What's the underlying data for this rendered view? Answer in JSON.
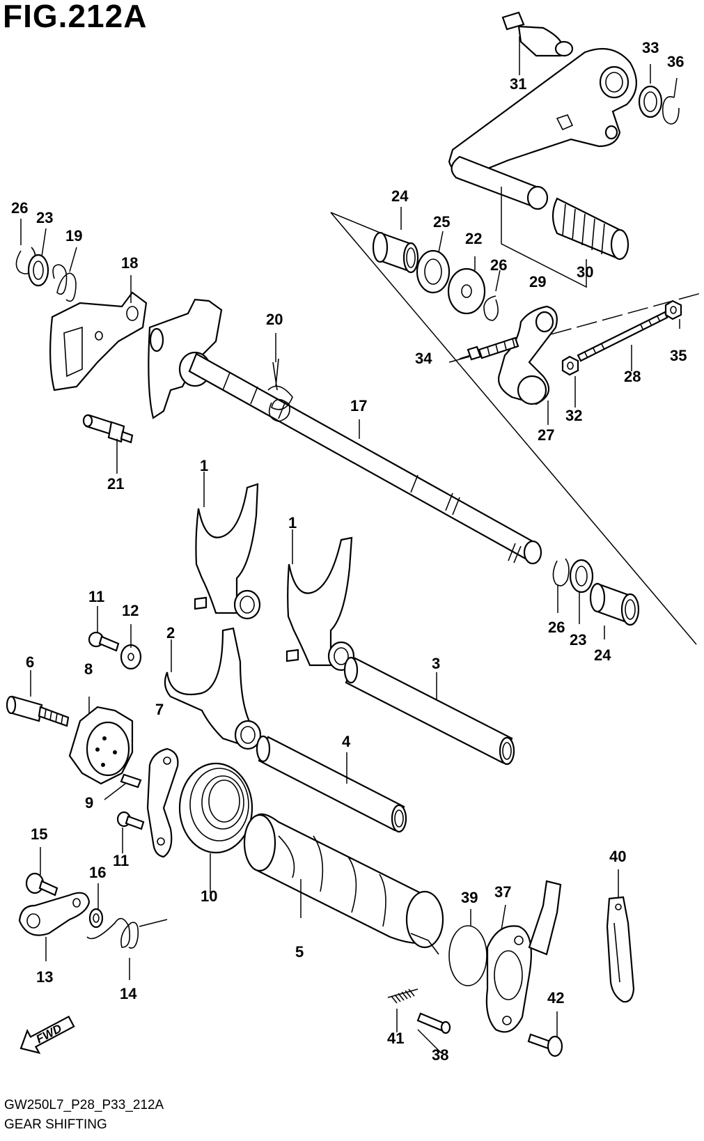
{
  "figure": {
    "title": "FIG.212A",
    "code": "GW250L7_P28_P33_212A",
    "name": "GEAR SHIFTING",
    "fwd_label": "FWD"
  },
  "callouts": [
    {
      "id": "c1a",
      "label": "1"
    },
    {
      "id": "c1b",
      "label": "1"
    },
    {
      "id": "c2",
      "label": "2"
    },
    {
      "id": "c3",
      "label": "3"
    },
    {
      "id": "c4",
      "label": "4"
    },
    {
      "id": "c5",
      "label": "5"
    },
    {
      "id": "c6",
      "label": "6"
    },
    {
      "id": "c7",
      "label": "7"
    },
    {
      "id": "c8",
      "label": "8"
    },
    {
      "id": "c9",
      "label": "9"
    },
    {
      "id": "c10",
      "label": "10"
    },
    {
      "id": "c11a",
      "label": "11"
    },
    {
      "id": "c11b",
      "label": "11"
    },
    {
      "id": "c12",
      "label": "12"
    },
    {
      "id": "c13",
      "label": "13"
    },
    {
      "id": "c14",
      "label": "14"
    },
    {
      "id": "c15",
      "label": "15"
    },
    {
      "id": "c16",
      "label": "16"
    },
    {
      "id": "c17",
      "label": "17"
    },
    {
      "id": "c18",
      "label": "18"
    },
    {
      "id": "c19",
      "label": "19"
    },
    {
      "id": "c20",
      "label": "20"
    },
    {
      "id": "c21",
      "label": "21"
    },
    {
      "id": "c22",
      "label": "22"
    },
    {
      "id": "c23a",
      "label": "23"
    },
    {
      "id": "c23b",
      "label": "23"
    },
    {
      "id": "c24a",
      "label": "24"
    },
    {
      "id": "c24b",
      "label": "24"
    },
    {
      "id": "c25",
      "label": "25"
    },
    {
      "id": "c26a",
      "label": "26"
    },
    {
      "id": "c26b",
      "label": "26"
    },
    {
      "id": "c26c",
      "label": "26"
    },
    {
      "id": "c27",
      "label": "27"
    },
    {
      "id": "c28",
      "label": "28"
    },
    {
      "id": "c29",
      "label": "29"
    },
    {
      "id": "c30",
      "label": "30"
    },
    {
      "id": "c31",
      "label": "31"
    },
    {
      "id": "c32",
      "label": "32"
    },
    {
      "id": "c33",
      "label": "33"
    },
    {
      "id": "c34",
      "label": "34"
    },
    {
      "id": "c35",
      "label": "35"
    },
    {
      "id": "c36",
      "label": "36"
    },
    {
      "id": "c37",
      "label": "37"
    },
    {
      "id": "c38",
      "label": "38"
    },
    {
      "id": "c39",
      "label": "39"
    },
    {
      "id": "c40",
      "label": "40"
    },
    {
      "id": "c41",
      "label": "41"
    },
    {
      "id": "c42",
      "label": "42"
    }
  ]
}
